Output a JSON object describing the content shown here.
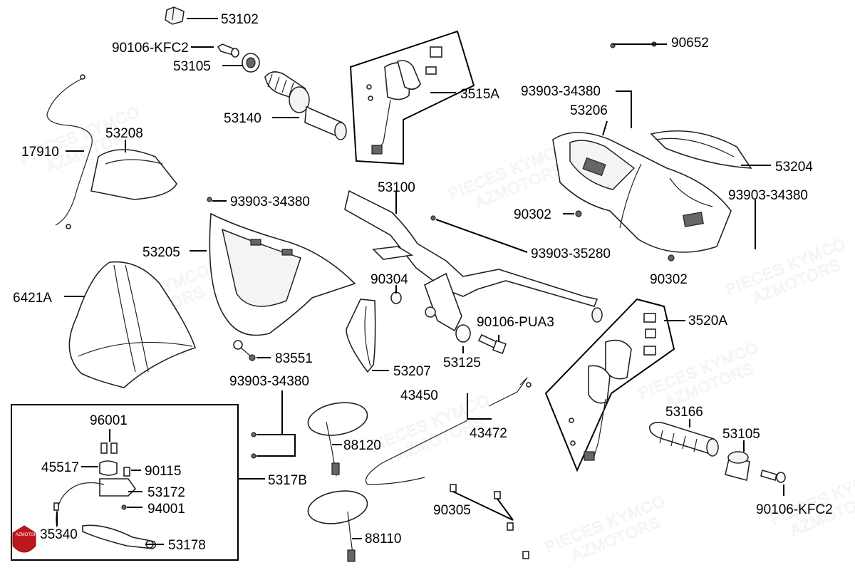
{
  "watermark": {
    "line1": "PIECES KYMCO",
    "line2": "AZMOTORS"
  },
  "logo": {
    "text": "AZMOTORS",
    "color": "#c0171c"
  },
  "labels": {
    "l53102": "53102",
    "l90106kfc2_top": "90106-KFC2",
    "l53105_top": "53105",
    "l53140": "53140",
    "l3515a": "3515A",
    "l90652": "90652",
    "l93903_34380_a": "93903-34380",
    "l53206": "53206",
    "l53204": "53204",
    "l93903_34380_b": "93903-34380",
    "l90302_a": "90302",
    "l90302_b": "90302",
    "l53208": "53208",
    "l17910": "17910",
    "l93903_34380_c": "93903-34380",
    "l53205": "53205",
    "l53100": "53100",
    "l93903_35280": "93903-35280",
    "l6421a": "6421A",
    "l90304": "90304",
    "l90106pua3": "90106-PUA3",
    "l3520a": "3520A",
    "l83551": "83551",
    "l53125": "53125",
    "l53207": "53207",
    "l93903_34380_d": "93903-34380",
    "l43450": "43450",
    "l43472": "43472",
    "l53166": "53166",
    "l53105_bot": "53105",
    "l96001": "96001",
    "l88120": "88120",
    "l45517": "45517",
    "l90115": "90115",
    "l5317b": "5317B",
    "l53172": "53172",
    "l94001": "94001",
    "l35340": "35340",
    "l53178": "53178",
    "l90305": "90305",
    "l88110": "88110",
    "l90106kfc2_bot": "90106-KFC2"
  }
}
